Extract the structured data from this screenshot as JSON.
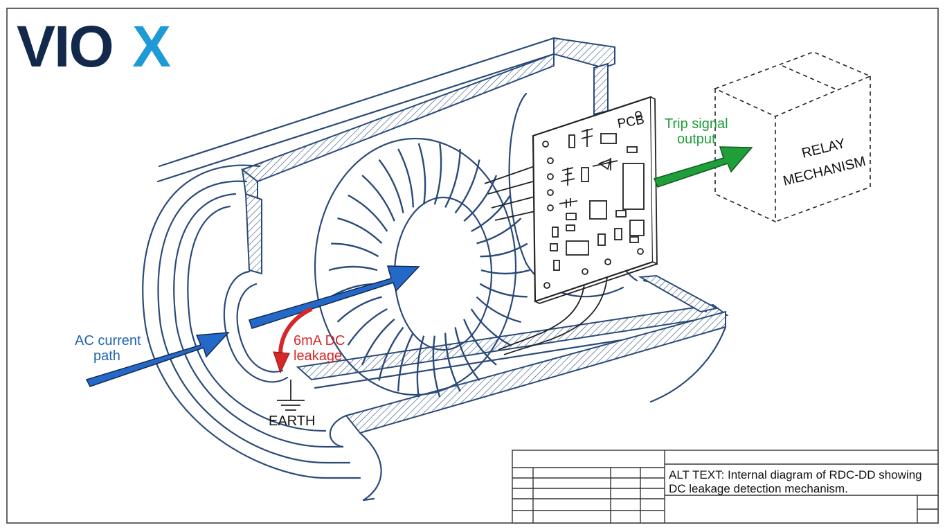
{
  "brand": {
    "logo_text": "VIOX",
    "dark": "#13294b",
    "accent": "#1e9ad6"
  },
  "labels": {
    "ac_current_line1": "AC current",
    "ac_current_line2": "path",
    "leakage_line1": "6mA DC",
    "leakage_line2": "leakage",
    "earth": "EARTH",
    "pcb": "PCB",
    "trip_line1": "Trip signal",
    "trip_line2": "output",
    "relay_line1": "RELAY",
    "relay_line2": "MECHANISM"
  },
  "title_block": {
    "alt_text_line1": "ALT TEXT: Internal diagram of RDC-DD showing",
    "alt_text_line2": "DC leakage detection mechanism."
  },
  "colors": {
    "ac_arrow": "#2469c9",
    "leak_arrow": "#d62828",
    "trip_arrow": "#1f9e3a",
    "ac_text": "#1f63b0",
    "leak_text": "#d62828",
    "trip_text": "#1f9e3a",
    "line": "#2a4a78"
  }
}
